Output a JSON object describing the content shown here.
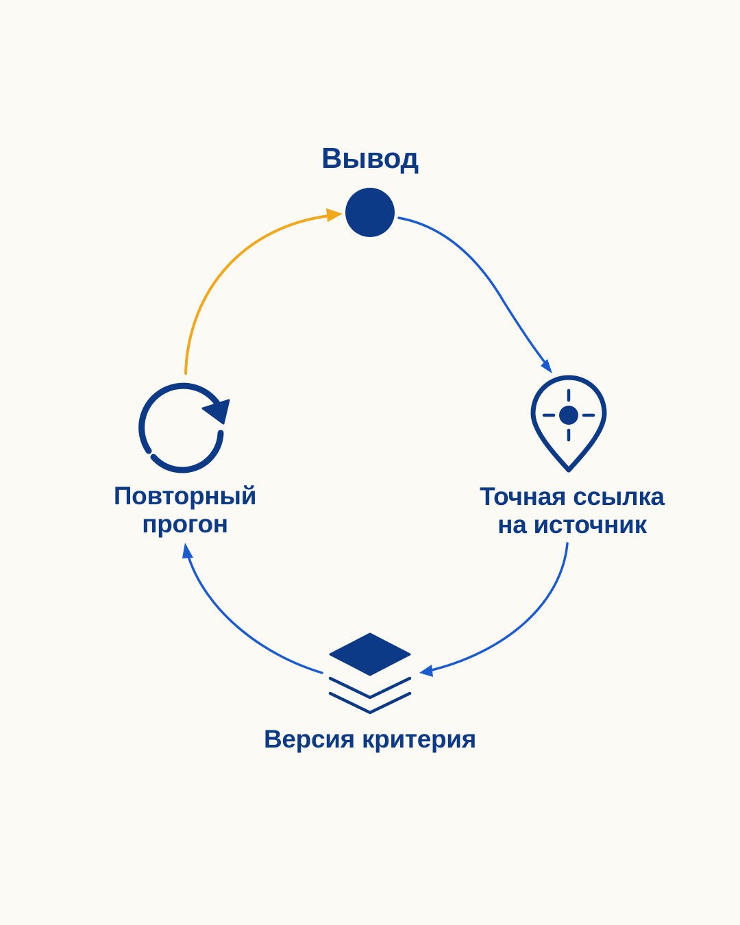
{
  "diagram": {
    "nodes": {
      "output": {
        "label_lines": [
          "Вывод"
        ],
        "icon": "filled-circle-icon"
      },
      "source_ref": {
        "label_lines": [
          "Точная ссылка",
          "на источник"
        ],
        "icon": "location-target-pin-icon"
      },
      "criteria_version": {
        "label_lines": [
          "Версия критерия"
        ],
        "icon": "layers-stack-icon"
      },
      "rerun": {
        "label_lines": [
          "Повторный",
          "прогон"
        ],
        "icon": "refresh-cycle-icon"
      }
    },
    "edges": [
      {
        "from": "output",
        "to": "source_ref",
        "color": "#1a5bd0"
      },
      {
        "from": "source_ref",
        "to": "criteria_version",
        "color": "#1a5bd0"
      },
      {
        "from": "criteria_version",
        "to": "rerun",
        "color": "#1a5bd0"
      },
      {
        "from": "rerun",
        "to": "output",
        "color": "#f2a81c"
      }
    ],
    "colors": {
      "background": "#fbfaf5",
      "primary": "#0d3a86",
      "arrow_blue": "#1a5bd0",
      "arrow_orange": "#f2a81c"
    }
  }
}
